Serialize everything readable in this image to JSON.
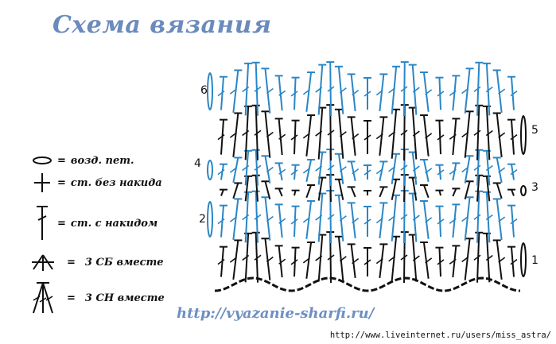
{
  "title": "Схема вязания",
  "legend": [
    {
      "symbol": "chain-icon",
      "text": "возд. пет."
    },
    {
      "symbol": "single-crochet-icon",
      "text": "ст. без накида"
    },
    {
      "symbol": "double-crochet-icon",
      "text": "ст. с накидом"
    },
    {
      "symbol": "sc3tog-icon",
      "text": "3 СБ вместе"
    },
    {
      "symbol": "dc3tog-icon",
      "text": "3 СН вместе"
    }
  ],
  "legend_equals": "=",
  "row_numbers": [
    "6",
    "5",
    "4",
    "3",
    "2",
    "1"
  ],
  "url_main": "http://vyazanie-sharfi.ru/",
  "url_source": "http://www.liveinternet.ru/users/miss_astra/",
  "colors": {
    "black_rows": "#111111",
    "blue_rows": "#2a86c6",
    "title": "#6b8bbd"
  }
}
